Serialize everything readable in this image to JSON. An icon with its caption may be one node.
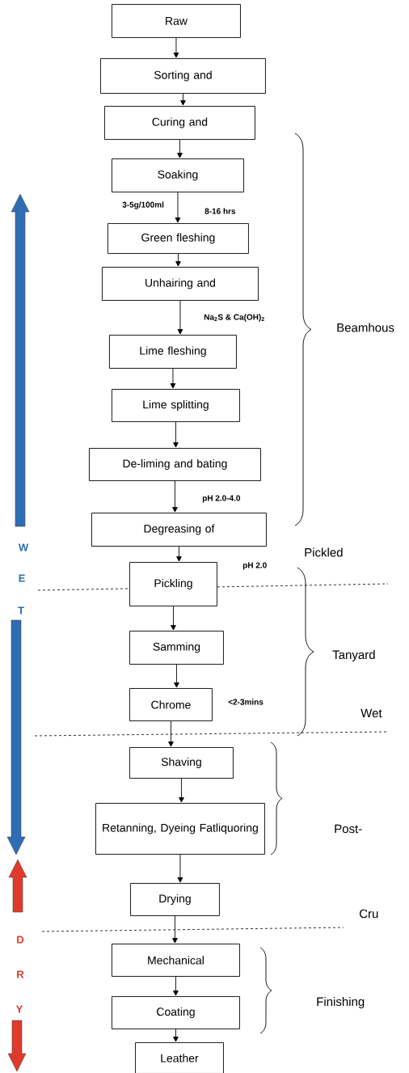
{
  "diagram": {
    "nodes": [
      {
        "text": [
          "Raw"
        ]
      },
      {
        "text": [
          "Sorting and"
        ]
      },
      {
        "text": [
          "Curing and"
        ]
      },
      {
        "text": [
          "Soaking"
        ]
      },
      {
        "text": [
          "Green fleshing"
        ]
      },
      {
        "text": [
          "Unhairing and"
        ]
      },
      {
        "text": [
          "Lime fleshing"
        ]
      },
      {
        "text": [
          "Lime splitting"
        ]
      },
      {
        "text": [
          "De-liming and bating"
        ]
      },
      {
        "text": [
          "Degreasing of"
        ]
      },
      {
        "text": [
          "Pickling"
        ]
      },
      {
        "text": [
          "Samming"
        ]
      },
      {
        "text": [
          "Chrome"
        ]
      },
      {
        "text": [
          "Shaving"
        ]
      },
      {
        "text": [
          "Retanning, Dyeing Fatliquoring"
        ]
      },
      {
        "text": [
          "Drying"
        ]
      },
      {
        "text": [
          "Mechanical"
        ]
      },
      {
        "text": [
          "Coating"
        ]
      },
      {
        "text": [
          "Leather"
        ]
      }
    ],
    "edges": [
      {
        "from": 0,
        "to": 1,
        "arrow": "to"
      },
      {
        "from": 1,
        "to": 2,
        "arrow": "to"
      },
      {
        "from": 2,
        "to": 3,
        "arrow": "to"
      },
      {
        "from": 3,
        "to": 4,
        "arrow": "to"
      },
      {
        "from": 4,
        "to": 5,
        "arrow": "to"
      },
      {
        "from": 5,
        "to": 6,
        "arrow": "to"
      },
      {
        "from": 6,
        "to": 7,
        "arrow": "to"
      },
      {
        "from": 7,
        "to": 8,
        "arrow": "to"
      },
      {
        "from": 8,
        "to": 9,
        "arrow": "to"
      },
      {
        "from": 9,
        "to": 10,
        "arrow": "to"
      },
      {
        "from": 10,
        "to": 11,
        "arrow": "to"
      },
      {
        "from": 11,
        "to": 12,
        "arrow": "to"
      },
      {
        "from": 12,
        "to": 13,
        "arrow": "to"
      },
      {
        "from": 13,
        "to": 14,
        "arrow": "to"
      },
      {
        "from": 14,
        "to": 15,
        "arrow": "to"
      },
      {
        "from": 15,
        "to": 16,
        "arrow": "to"
      },
      {
        "from": 16,
        "to": 17,
        "arrow": "to"
      },
      {
        "from": 17,
        "to": 18,
        "arrow": "to"
      }
    ],
    "labels": [
      "3-5g/100ml",
      "8-16 hrs",
      "Na$_{2}$S & Ca(OH)$_{2}$",
      "Beamhous",
      "pH 2.0-4.0",
      "W",
      "Pickled",
      "pH 2.0",
      "E",
      "T",
      "Tanyard",
      "<2-3mins",
      "Wet",
      "Post-",
      "Cru",
      "D",
      "R",
      "Finishing",
      "Y"
    ]
  }
}
